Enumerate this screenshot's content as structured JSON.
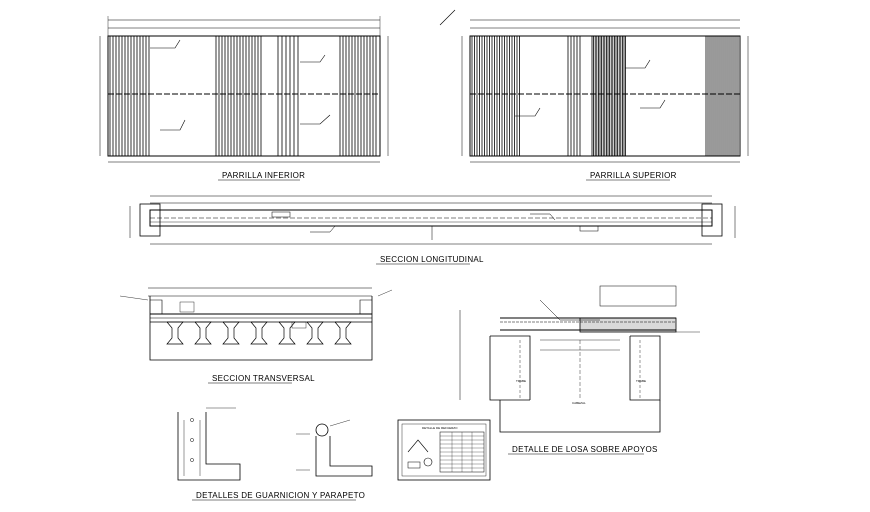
{
  "drawing": {
    "captions": {
      "parrilla_inferior": "PARRILLA INFERIOR",
      "parrilla_superior": "PARRILLA SUPERIOR",
      "seccion_longitudinal": "SECCION LONGITUDINAL",
      "seccion_transversal": "SECCION TRANSVERSAL",
      "detalle_losa": "DETALLE DE LOSA SOBRE APOYOS",
      "detalles_guarnicion": "DETALLES DE GUARNICION Y PARAPETO"
    },
    "labels": {
      "trabe_left": "TRABE",
      "trabe_right": "TRABE",
      "cabezal": "CABEZAL",
      "detalle_refuerzo": "DETALLE DE REFUERZO"
    },
    "colors": {
      "line": "#000000",
      "background": "#ffffff"
    }
  }
}
